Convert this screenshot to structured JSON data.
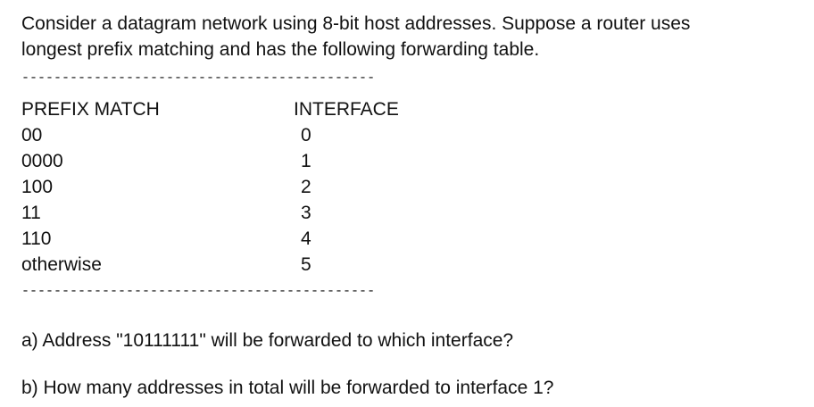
{
  "intro": {
    "line1": "Consider a datagram network using 8-bit host addresses. Suppose a router uses",
    "line2": "longest prefix matching and has the following forwarding table."
  },
  "rule": "--------------------------------------------",
  "table": {
    "headers": {
      "prefix": "PREFIX MATCH",
      "interface": "INTERFACE"
    },
    "rows": [
      {
        "prefix": "00",
        "interface": "0"
      },
      {
        "prefix": "0000",
        "interface": "1"
      },
      {
        "prefix": "100",
        "interface": "2"
      },
      {
        "prefix": "11",
        "interface": "3"
      },
      {
        "prefix": "110",
        "interface": "4"
      },
      {
        "prefix": "otherwise",
        "interface": "5"
      }
    ]
  },
  "questions": {
    "a": "a) Address \"10111111\" will be forwarded to which interface?",
    "b": "b) How many addresses in total will be forwarded to interface 1?"
  }
}
